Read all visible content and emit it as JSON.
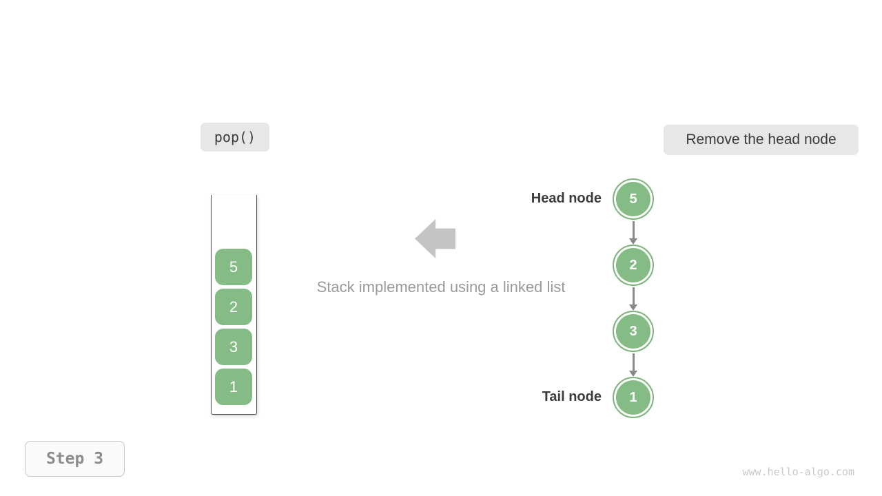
{
  "labels": {
    "operation": "pop()",
    "action": "Remove the head node",
    "caption": "Stack implemented using a linked list",
    "step": "Step 3",
    "watermark": "www.hello-algo.com"
  },
  "stack": {
    "values": [
      "5",
      "2",
      "3",
      "1"
    ]
  },
  "linked_list": {
    "nodes": [
      {
        "value": "5",
        "label": "Head node"
      },
      {
        "value": "2",
        "label": ""
      },
      {
        "value": "3",
        "label": ""
      },
      {
        "value": "1",
        "label": "Tail node"
      }
    ]
  },
  "colors": {
    "node_green": "#85bb85",
    "badge_bg": "#e7e7e7",
    "big_arrow_gray": "#c4c4c4",
    "connector_gray": "#8a8a8a",
    "caption_gray": "#9a9a9a",
    "dark_text": "#3b3b3b",
    "step_text": "#8c8c8c",
    "watermark_gray": "#c9c9c9"
  }
}
